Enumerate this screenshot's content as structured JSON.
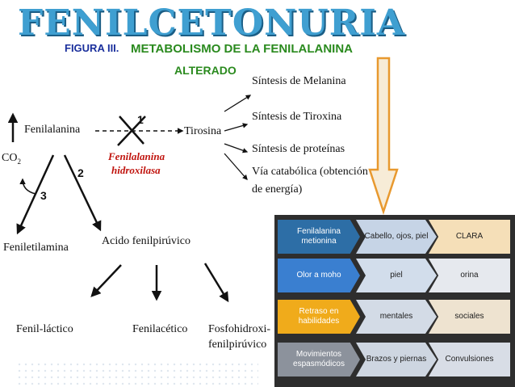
{
  "header": {
    "title": "FENILCETONURIA"
  },
  "figure": {
    "label": "FIGURA III.",
    "title_line1": "METABOLISMO DE LA FENILALANINA",
    "title_line2": "ALTERADO"
  },
  "diagram": {
    "fenilalanina": "Fenilalanina",
    "tirosina": "Tirosina",
    "enzyme_line1": "Fenilalanina",
    "enzyme_line2": "hidroxilasa",
    "co2": "CO",
    "co2_sub": "2",
    "step1": "1",
    "step2": "2",
    "step3": "3",
    "products": [
      "Síntesis de Melanina",
      "Síntesis de Tiroxina",
      "Síntesis de proteínas",
      "Vía catabólica (obtención",
      "de energía)"
    ],
    "feniletilamina": "Feniletilamina",
    "acido": "Acido fenilpirúvico",
    "fenil_lactico": "Fenil-láctico",
    "fenilacetico": "Fenilacético",
    "fosfo_line1": "Fosfohidroxi-",
    "fosfo_line2": "fenilpirúvico"
  },
  "colors": {
    "row1_col1": "#2d6ea6",
    "row1_col2": "#c6d4e6",
    "row1_col3": "#f5dfb8",
    "row2_col1": "#3a7fd0",
    "row2_col2": "#d2ddeb",
    "row2_col3": "#e6e9ee",
    "row3_col1": "#f0ab1b",
    "row3_col2": "#d3dbe6",
    "row3_col3": "#eee3d0",
    "row4_col1": "#8c929c",
    "row4_col2": "#ced6e1",
    "row4_col3": "#d8dde6"
  },
  "table": {
    "rows": [
      [
        "Fenilalanina metionina",
        "Cabello, ojos, piel",
        "CLARA"
      ],
      [
        "Olor a moho",
        "piel",
        "orina"
      ],
      [
        "Retraso en habilidades",
        "mentales",
        "sociales"
      ],
      [
        "Movimientos espasmódicos",
        "Brazos y piernas",
        "Convulsiones"
      ]
    ]
  }
}
